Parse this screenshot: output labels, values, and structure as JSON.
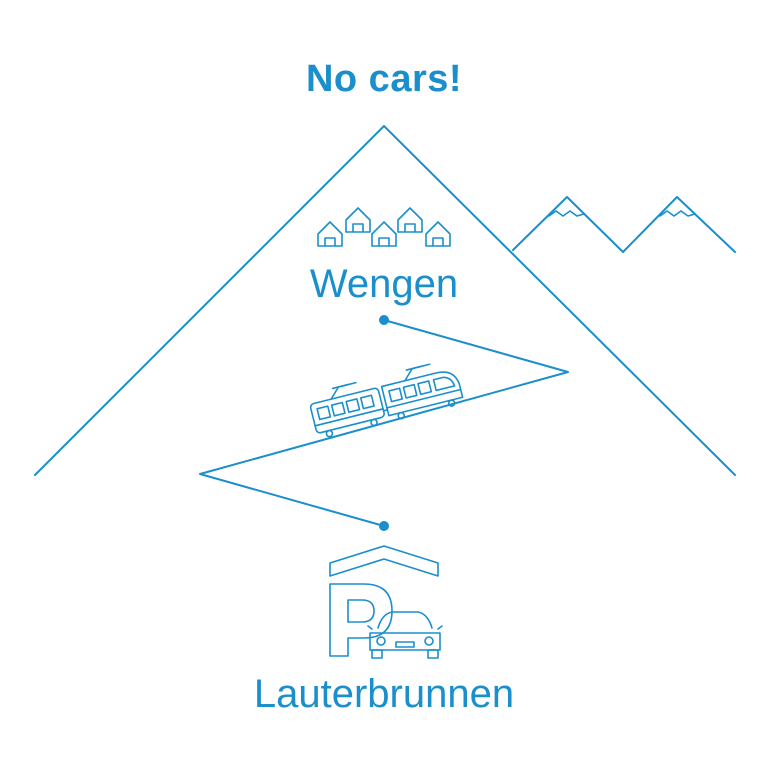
{
  "title": "No cars!",
  "places": {
    "top": "Wengen",
    "bottom": "Lauterbrunnen"
  },
  "colors": {
    "accent": "#1a8fcc",
    "background": "#ffffff"
  },
  "icons": [
    "mountain-icon",
    "houses-icon",
    "train-icon",
    "parking-garage-icon",
    "car-icon"
  ]
}
